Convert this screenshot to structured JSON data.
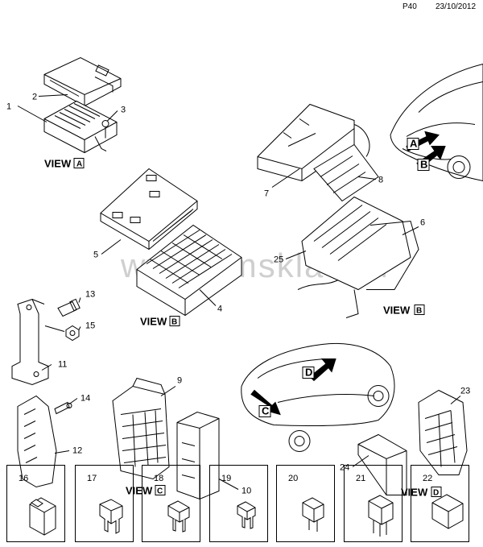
{
  "header": {
    "page_code": "P40",
    "date": "23/10/2012"
  },
  "watermark": "www.gmsklad.ru",
  "views": {
    "a": "VIEW",
    "a_letter": "A",
    "b": "VIEW",
    "b_letter": "B",
    "b2_letter": "B",
    "c": "VIEW",
    "c_letter": "C",
    "d": "VIEW",
    "d_letter": "D"
  },
  "callouts": {
    "n1": "1",
    "n2": "2",
    "n3": "3",
    "n4": "4",
    "n5": "5",
    "n6": "6",
    "n7": "7",
    "n8": "8",
    "n9": "9",
    "n10": "10",
    "n11": "11",
    "n12": "12",
    "n13": "13",
    "n14": "14",
    "n15": "15",
    "n23": "23",
    "n24": "24",
    "n25": "25"
  },
  "arrow_letters": {
    "a": "A",
    "b": "B",
    "c": "C",
    "d": "D"
  },
  "parts": [
    "16",
    "17",
    "18",
    "19",
    "20",
    "21",
    "22"
  ]
}
